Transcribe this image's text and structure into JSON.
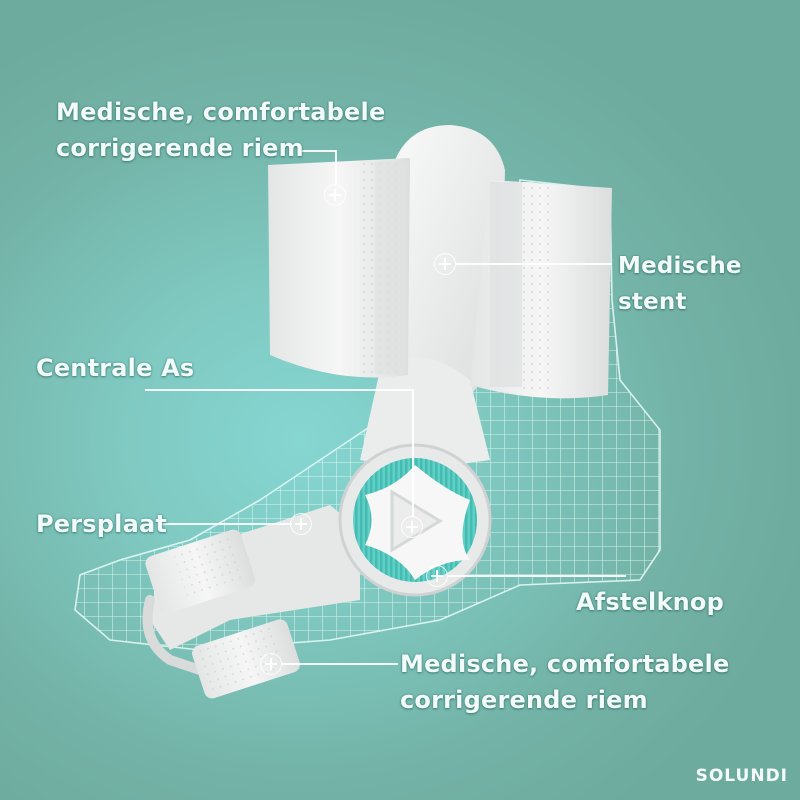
{
  "image": {
    "subject": "bunion corrector orthosis on wireframe foot",
    "colors": {
      "background_edge": "#6eab9f",
      "background_center": "#86d6d2",
      "accent_teal": "#5fd0c6",
      "device_white": "#eeeeee",
      "text": "#f2fbf9"
    }
  },
  "callouts": [
    {
      "id": "strap-top",
      "lines": [
        "Medische, comfortabele",
        "corrigerende riem"
      ]
    },
    {
      "id": "stent",
      "lines": [
        "Medische",
        "stent"
      ]
    },
    {
      "id": "axis",
      "lines": [
        "Centrale As"
      ]
    },
    {
      "id": "pressure-plate",
      "lines": [
        "Persplaat"
      ]
    },
    {
      "id": "adjust-knob",
      "lines": [
        "Afstelknop"
      ]
    },
    {
      "id": "strap-bottom",
      "lines": [
        "Medische, comfortabele",
        "corrigerende riem"
      ]
    }
  ],
  "brand": "SOLUNDI"
}
